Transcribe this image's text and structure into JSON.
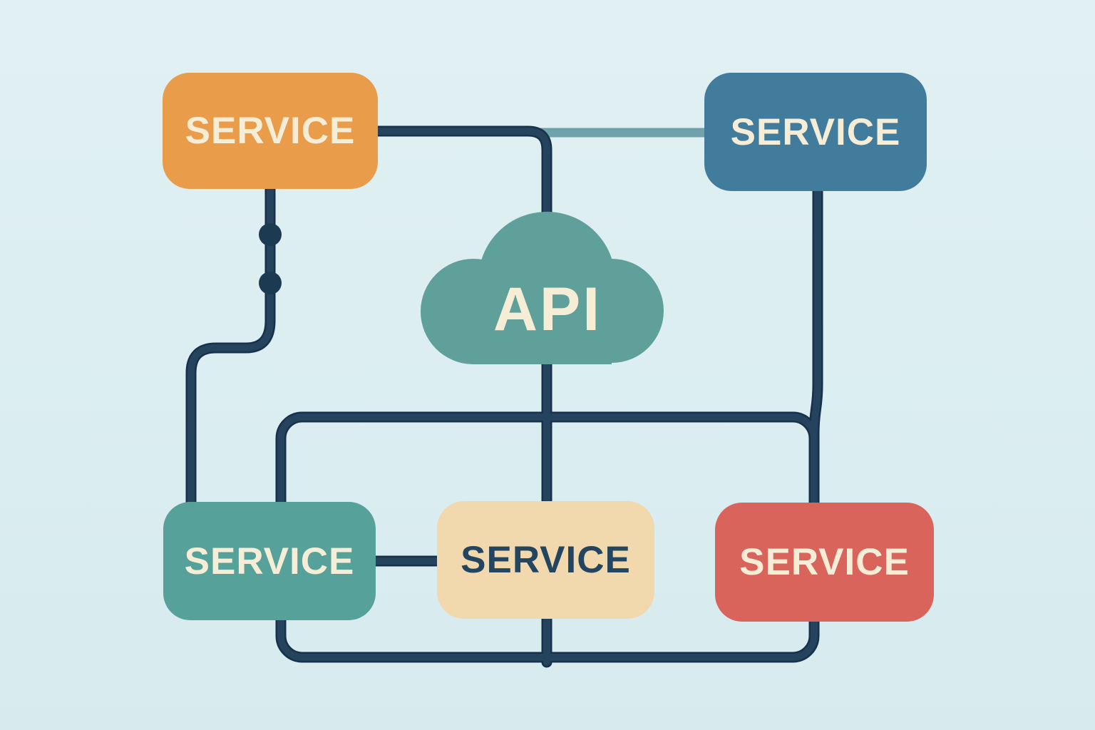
{
  "diagram": {
    "description": "API cloud connected to five service nodes",
    "palette": {
      "background": "#dceef1",
      "wire_outer": "#15314b",
      "wire_inner": "#25435d",
      "wire_dot": "#1d3a53",
      "wire_teal": "#6fa3ab",
      "cloud_fill": "#5fa09b",
      "label_light": "#f6edd7",
      "label_dark": "#234560"
    },
    "nodes": [
      {
        "id": "service-top-left",
        "label": "SERVICE",
        "fill": "#e99c4a",
        "text_color": "#f6edd7"
      },
      {
        "id": "service-top-right",
        "label": "SERVICE",
        "fill": "#427c9d",
        "text_color": "#f6edd7"
      },
      {
        "id": "api-cloud",
        "label": "API",
        "fill": "#5fa09b",
        "text_color": "#f6edd7"
      },
      {
        "id": "service-bottom-left",
        "label": "SERVICE",
        "fill": "#57a19b",
        "text_color": "#f6edd7"
      },
      {
        "id": "service-bottom-center",
        "label": "SERVICE",
        "fill": "#f2d8ad",
        "text_color": "#234560"
      },
      {
        "id": "service-bottom-right",
        "label": "SERVICE",
        "fill": "#d9645c",
        "text_color": "#f6edd7"
      }
    ]
  }
}
